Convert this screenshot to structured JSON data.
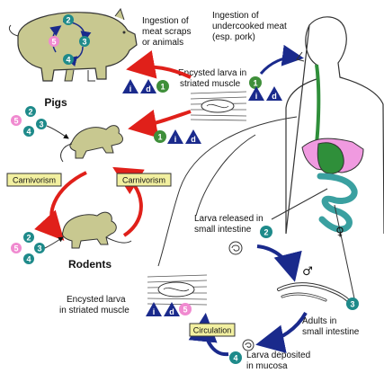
{
  "labels": {
    "pigs": "Pigs",
    "rodents": "Rodents",
    "ingest_meat_scraps": [
      "Ingestion of",
      "meat scraps",
      "or animals"
    ],
    "ingest_pork": [
      "Ingestion of",
      "undercooked meat",
      "(esp. pork)"
    ],
    "encysted_top": [
      "Encysted larva in",
      "striated muscle"
    ],
    "encysted_bottom": [
      "Encysted larva",
      "in striated muscle"
    ],
    "larva_released": [
      "Larva released in",
      "small intestine"
    ],
    "adults": [
      "Adults in",
      "small intestine"
    ],
    "larva_deposited": [
      "Larva deposited",
      "in mucosa"
    ],
    "carnivorism_left": "Carnivorism",
    "carnivorism_right": "Carnivorism",
    "circulation": "Circulation"
  },
  "stages": {
    "one": "1",
    "two": "2",
    "three": "3",
    "four": "4",
    "five": "5"
  },
  "stage_codes": {
    "infective": "i",
    "diagnostic": "d"
  },
  "symbols": {
    "male": "♂",
    "female": "♀"
  },
  "colors": {
    "stage_teal": "#1e8a8a",
    "stage_green": "#3f8f3a",
    "stage_pink": "#f08ad0",
    "diag_blue": "#1a2a8c",
    "arrow_red": "#e0201a",
    "arrow_navy": "#1a2a8c",
    "esophagus_green": "#2f8f3a",
    "liver_pink": "#f09ae0",
    "intestine_teal": "#3aa0a0",
    "animal_khaki": "#c8c890",
    "box_fill": "#f2f0a0"
  }
}
